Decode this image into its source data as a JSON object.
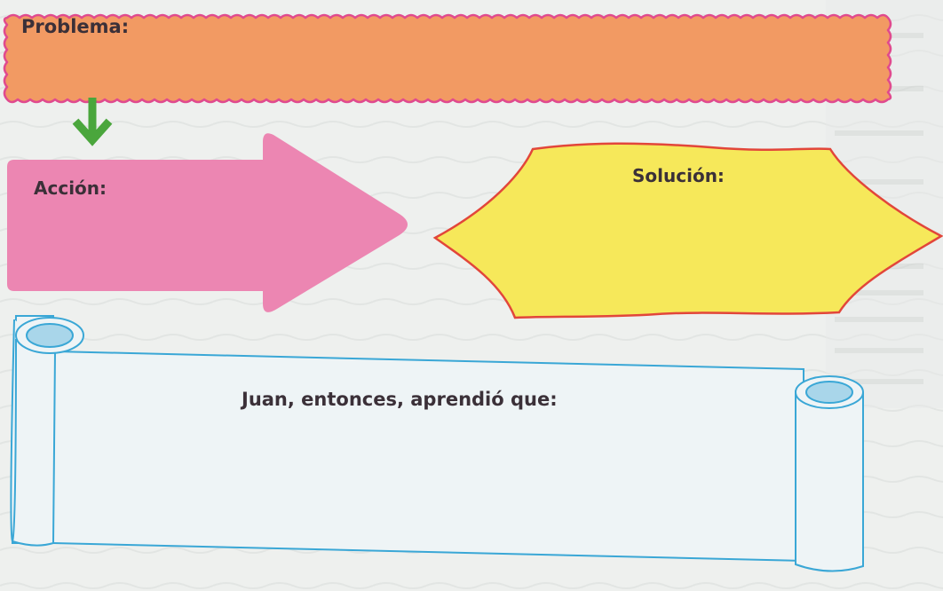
{
  "problem": {
    "label": "Problema:"
  },
  "action": {
    "label": "Acción:"
  },
  "solution": {
    "label": "Solución:"
  },
  "scroll": {
    "label": "Juan, entonces, aprendió que:"
  },
  "colors": {
    "problem_fill": "#f29a63",
    "problem_stroke": "#e04a8e",
    "arrow_down": "#4aa63c",
    "action_fill": "#ec86b2",
    "solution_fill": "#f6e85a",
    "solution_stroke": "#e2463a",
    "scroll_stroke": "#3aa7d6",
    "scroll_fill": "#eef4f6"
  }
}
